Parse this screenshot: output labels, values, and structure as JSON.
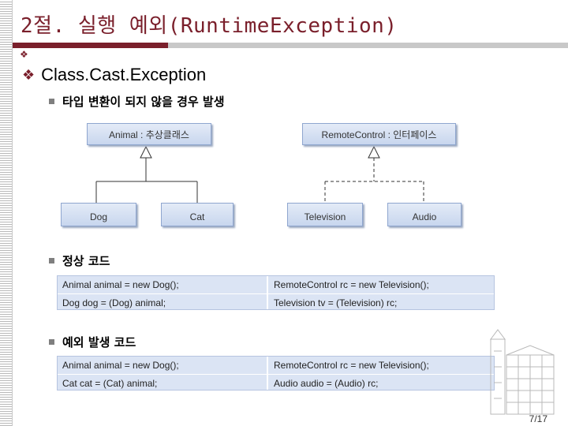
{
  "title": "2절. 실행 예외(RuntimeException)",
  "main_bullet": "Class.Cast.Exception",
  "sections": {
    "cause": "타입 변환이 되지 않을 경우 발생",
    "normal": "정상 코드",
    "error": "예외 발생 코드"
  },
  "diagram": {
    "animal": "Animal : 추상클래스",
    "remote": "RemoteControl : 인터페이스",
    "dog": "Dog",
    "cat": "Cat",
    "television": "Television",
    "audio": "Audio"
  },
  "normal_code": {
    "left": [
      "Animal animal = new Dog();",
      "Dog dog = (Dog) animal;"
    ],
    "right": [
      "RemoteControl rc = new Television();",
      "Television tv = (Television) rc;"
    ]
  },
  "error_code": {
    "left": [
      "Animal animal = new Dog();",
      "Cat cat = (Cat) animal;"
    ],
    "right": [
      "RemoteControl rc = new Television();",
      "Audio audio = (Audio) rc;"
    ]
  },
  "page": "7/17",
  "colors": {
    "accent": "#7a1f2b",
    "box": "#c8d6ee",
    "code_bg": "#dbe4f4"
  }
}
